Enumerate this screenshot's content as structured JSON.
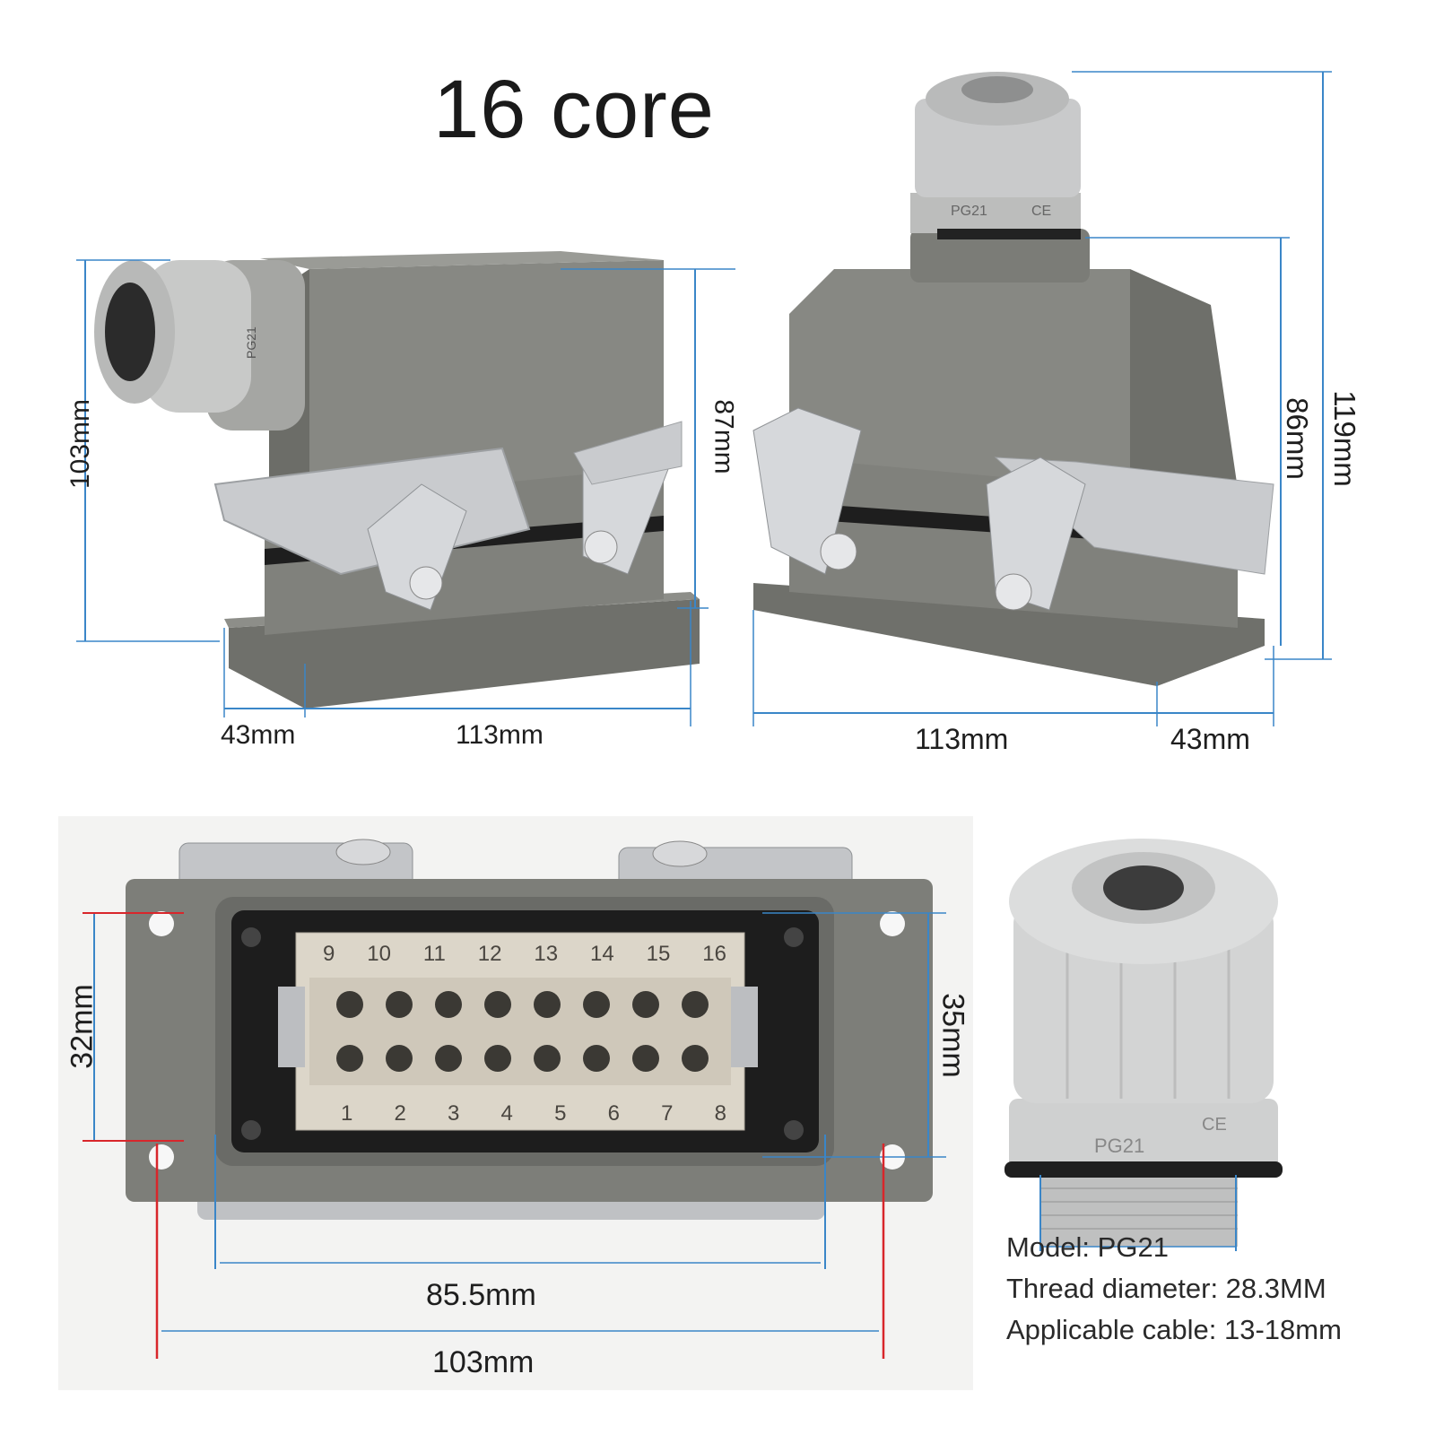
{
  "title": "16 core",
  "left_view": {
    "height": "103mm",
    "body_height": "87mm",
    "depth": "43mm",
    "width": "113mm",
    "gland_mark": "PG21"
  },
  "right_view": {
    "total_height": "119mm",
    "body_height": "86mm",
    "depth": "43mm",
    "width": "113mm",
    "gland_mark": "PG21",
    "gland_ce": "CE"
  },
  "front_view": {
    "height_inner": "32mm",
    "height_outer": "35mm",
    "width_inner": "85.5mm",
    "width_outer": "103mm",
    "top_pins": [
      "9",
      "10",
      "11",
      "12",
      "13",
      "14",
      "15",
      "16"
    ],
    "bottom_pins": [
      "1",
      "2",
      "3",
      "4",
      "5",
      "6",
      "7",
      "8"
    ]
  },
  "gland": {
    "mark": "PG21",
    "ce": "CE",
    "specs": [
      "Model: PG21",
      "Thread diameter: 28.3MM",
      "Applicable cable: 13-18mm"
    ]
  },
  "colors": {
    "housing": "#7e7f7a",
    "gland": "#c9cacb",
    "dimension_blue": "#3a86c8",
    "dimension_red": "#d8262b"
  }
}
